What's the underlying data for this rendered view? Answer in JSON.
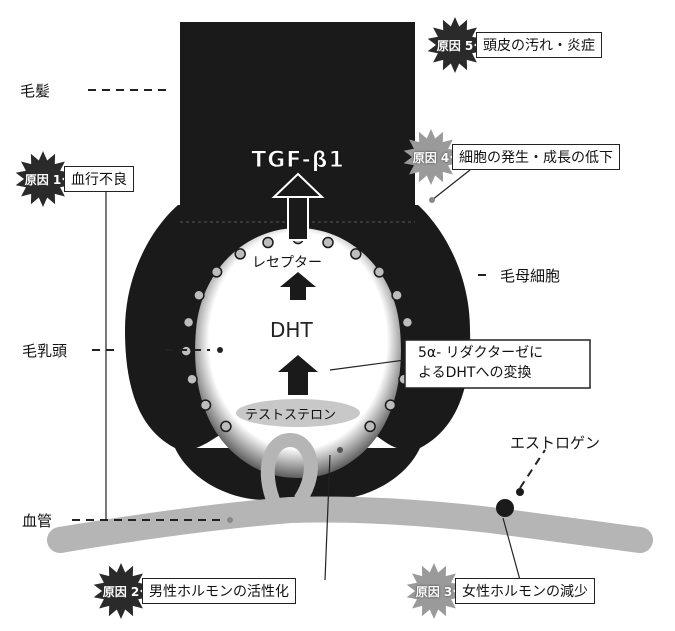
{
  "labels": {
    "hair": "毛髪",
    "dermal_papilla": "毛乳頭",
    "blood_vessel": "血管",
    "matrix_cell": "毛母細胞",
    "estrogen": "エストロゲン",
    "enzyme_line1": "5α- リダクターゼに",
    "enzyme_line2": "よるDHTへの変換"
  },
  "inner": {
    "tgf": "TGF-β1",
    "receptor": "レセプター",
    "dht": "DHT",
    "testosterone": "テストステロン"
  },
  "causes": [
    {
      "tag": "原因 1",
      "text": "血行不良",
      "style": "dark"
    },
    {
      "tag": "原因 2",
      "text": "男性ホルモンの活性化",
      "style": "dark"
    },
    {
      "tag": "原因 3",
      "text": "女性ホルモンの減少",
      "style": "light"
    },
    {
      "tag": "原因 4",
      "text": "細胞の発生・成長の低下",
      "style": "light"
    },
    {
      "tag": "原因 5",
      "text": "頭皮の汚れ・炎症",
      "style": "dark"
    }
  ],
  "colors": {
    "follicle": "#1a1a1a",
    "vessel": "#b5b5b5",
    "burst_dark": "#2a2a2a",
    "burst_light": "#9a9a9a"
  }
}
